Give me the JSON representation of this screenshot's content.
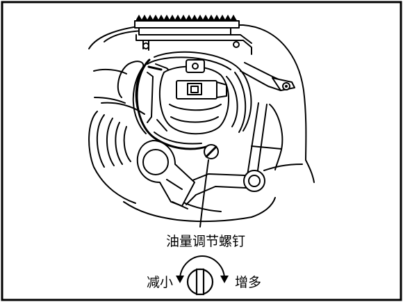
{
  "diagram": {
    "callout_label": "油量调节螺钉",
    "decrease_label": "减小",
    "increase_label": "增多"
  }
}
